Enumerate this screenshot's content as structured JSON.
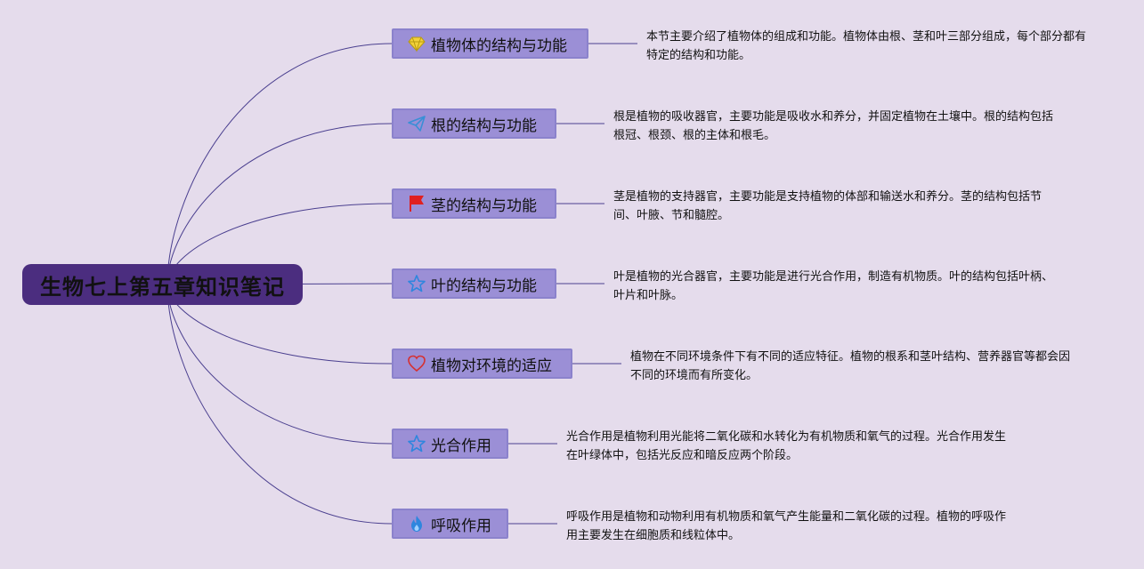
{
  "root": {
    "title": "生物七上第五章知识笔记"
  },
  "topics": [
    {
      "label": "植物体的结构与功能",
      "icon": "diamond-icon",
      "desc": "本节主要介绍了植物体的组成和功能。植物体由根、茎和叶三部分组成，每个部分都有特定的结构和功能。"
    },
    {
      "label": "根的结构与功能",
      "icon": "paper-plane-icon",
      "desc": "根是植物的吸收器官，主要功能是吸收水和养分，并固定植物在土壤中。根的结构包括根冠、根颈、根的主体和根毛。"
    },
    {
      "label": "茎的结构与功能",
      "icon": "flag-icon",
      "desc": "茎是植物的支持器官，主要功能是支持植物的体部和输送水和养分。茎的结构包括节间、叶腋、节和髓腔。"
    },
    {
      "label": "叶的结构与功能",
      "icon": "star-icon",
      "desc": "叶是植物的光合器官，主要功能是进行光合作用，制造有机物质。叶的结构包括叶柄、叶片和叶脉。"
    },
    {
      "label": "植物对环境的适应",
      "icon": "heart-icon",
      "desc": "植物在不同环境条件下有不同的适应特征。植物的根系和茎叶结构、营养器官等都会因不同的环境而有所变化。"
    },
    {
      "label": "光合作用",
      "icon": "star-icon",
      "desc": "光合作用是植物利用光能将二氧化碳和水转化为有机物质和氧气的过程。光合作用发生在叶绿体中，包括光反应和暗反应两个阶段。"
    },
    {
      "label": "呼吸作用",
      "icon": "flame-icon",
      "desc": "呼吸作用是植物和动物利用有机物质和氧气产生能量和二氧化碳的过程。植物的呼吸作用主要发生在细胞质和线粒体中。"
    }
  ],
  "colors": {
    "background": "#e5dcec",
    "root_fill": "#4b2d7f",
    "node_fill": "#9b8fd6",
    "line": "#4a3f8f",
    "diamond": "#f2d13a",
    "plane": "#3a8fd6",
    "flag": "#e02020",
    "star": "#2e86de",
    "heart": "#d63030",
    "flame": "#2e86de"
  }
}
